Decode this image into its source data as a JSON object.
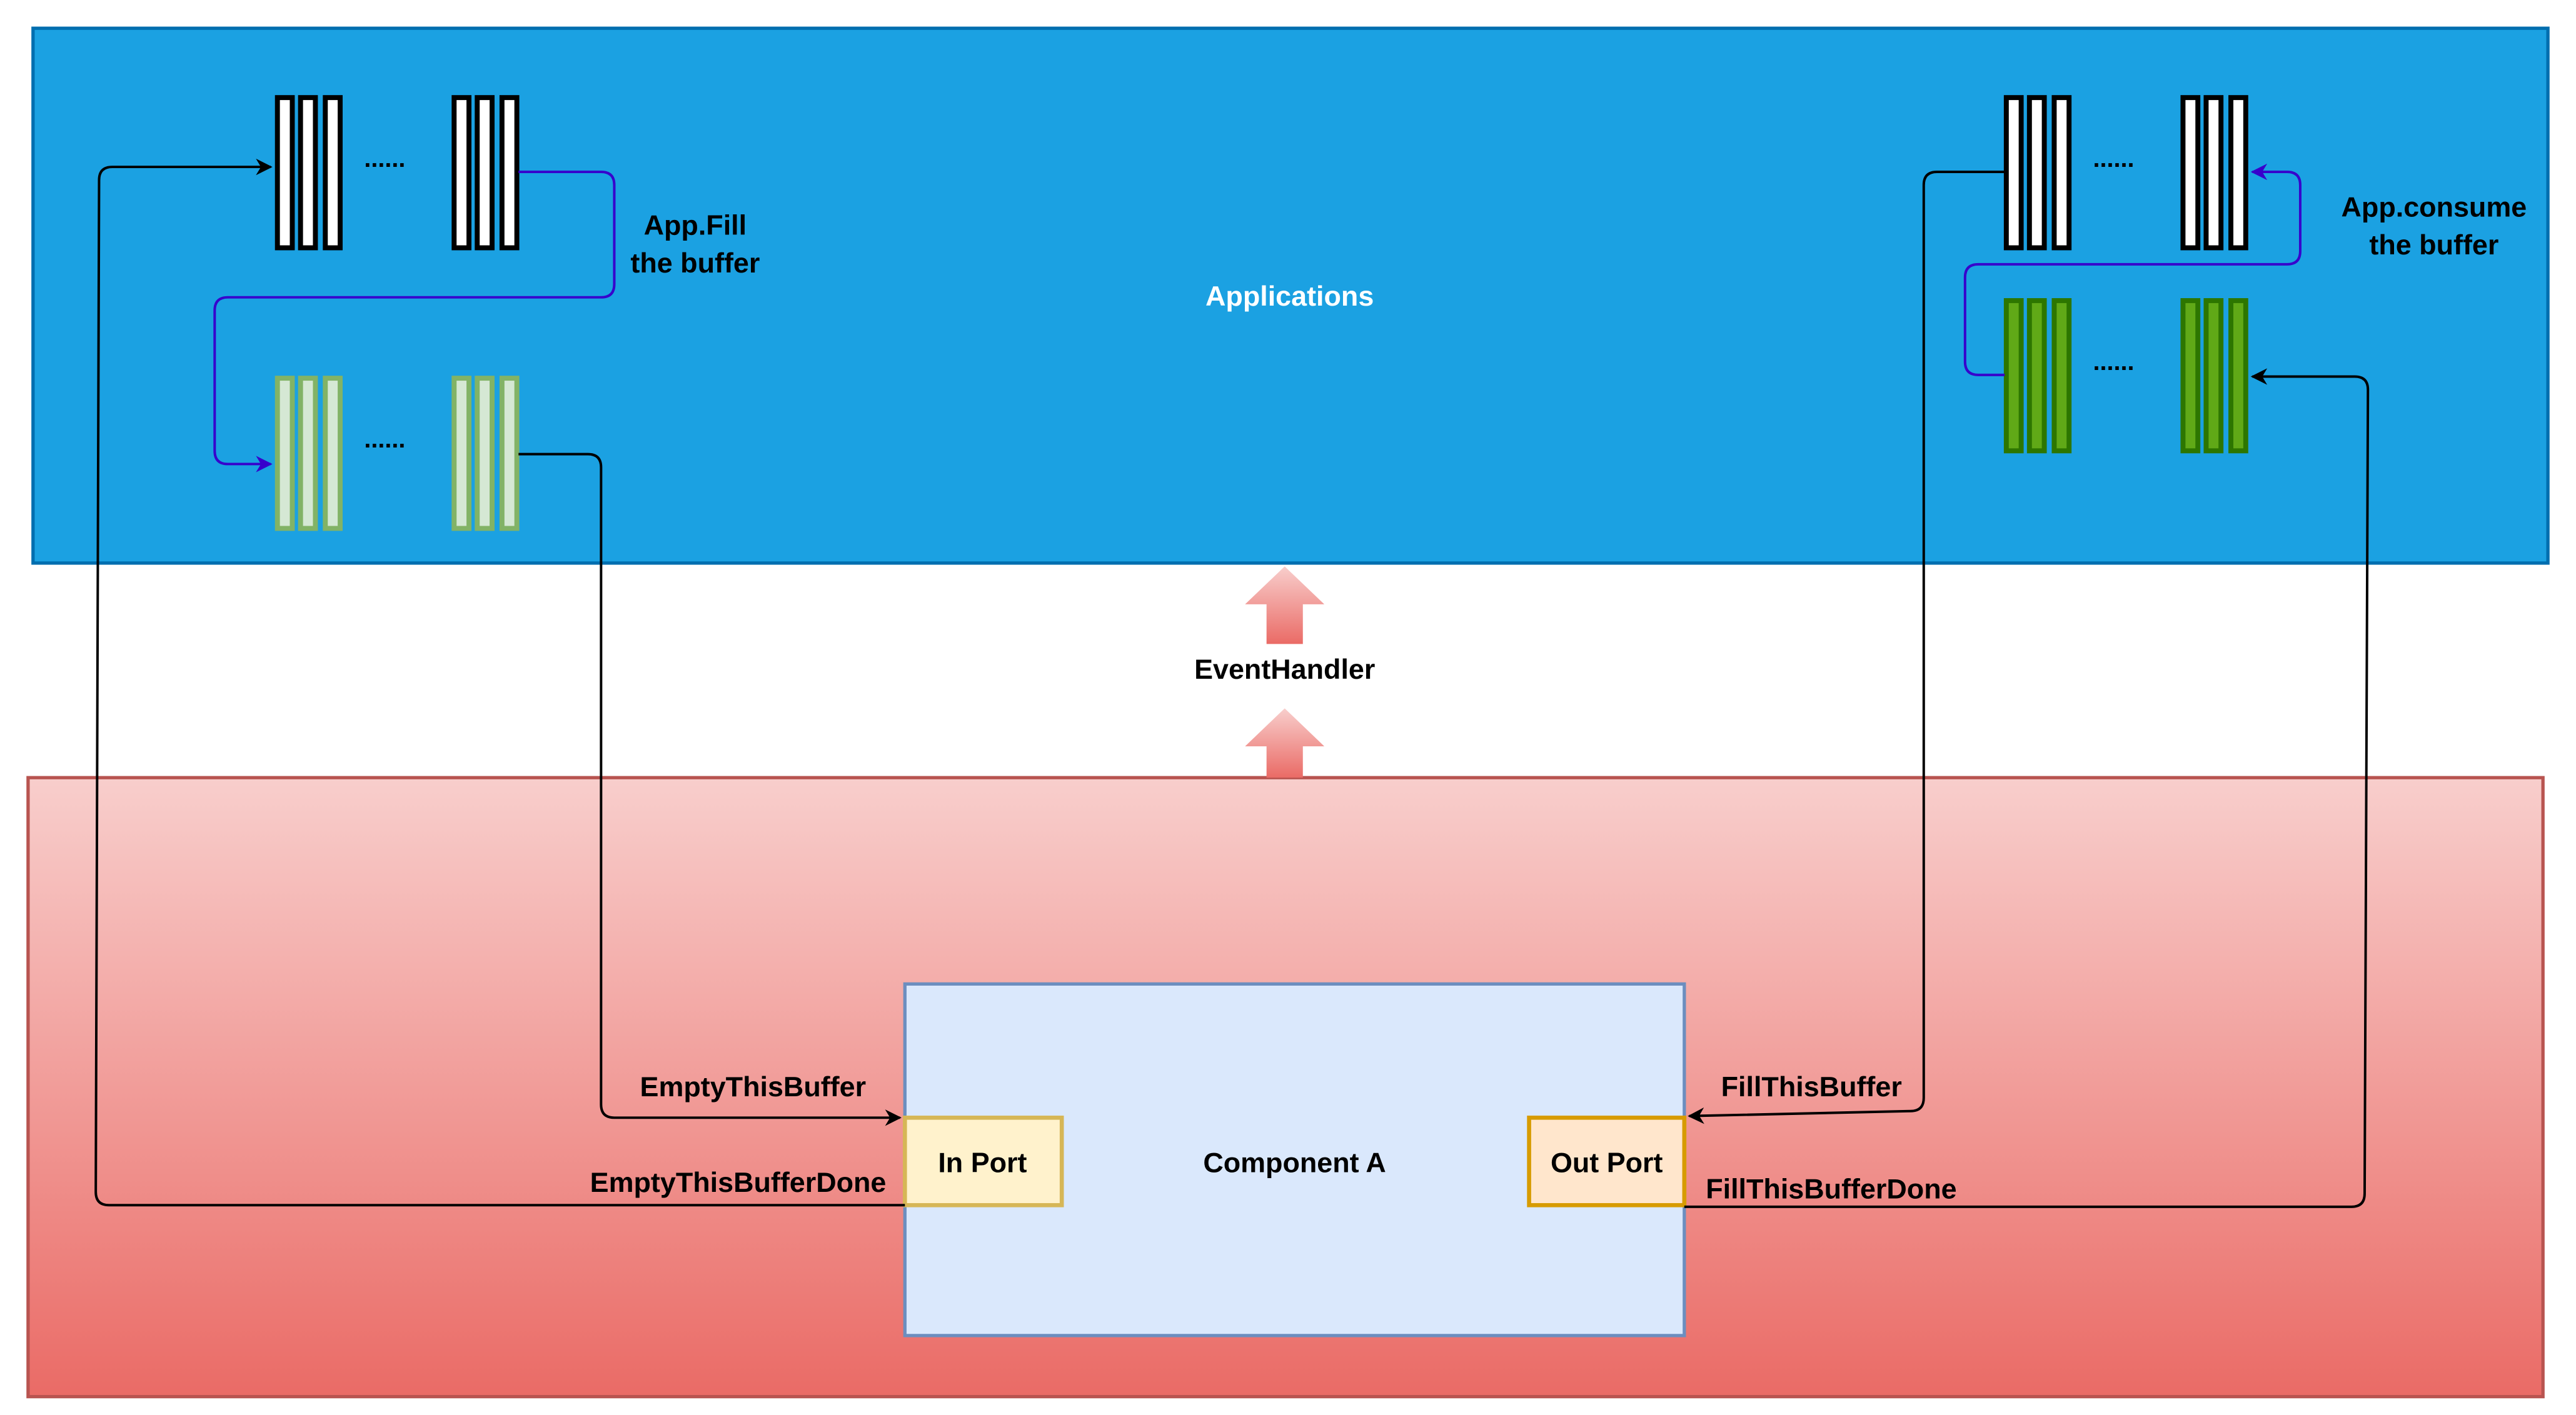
{
  "applications": {
    "label": "Applications",
    "color": "#1ba1e2"
  },
  "event_handler": {
    "label": "EventHandler",
    "arrow_color": "#ea6b66"
  },
  "component": {
    "label": "Component A",
    "fill": "#dae8fc",
    "stroke": "#6c8ebf"
  },
  "in_port": {
    "label": "In Port",
    "fill": "#fff2cc",
    "stroke": "#d6b656"
  },
  "out_port": {
    "label": "Out Port",
    "fill": "#ffe6cc",
    "stroke": "#d79b00"
  },
  "labels": {
    "app_fill_line1": "App.Fill",
    "app_fill_line2": "the buffer",
    "app_consume_line1": "App.consume",
    "app_consume_line2": "the buffer",
    "empty_this_buffer": "EmptyThisBuffer",
    "empty_this_buffer_done": "EmptyThisBufferDone",
    "fill_this_buffer": "FillThisBuffer",
    "fill_this_buffer_done": "FillThisBufferDone",
    "ellipsis": "......"
  },
  "colors": {
    "empty_buffer_fill": "#ffffff",
    "filled_buffer_fill": "#d5e8d4",
    "filled_buffer_stroke": "#82b366",
    "output_buffer_fill": "#60a917",
    "output_buffer_stroke": "#2d7600",
    "app_flow_arrow": "#3700cc",
    "call_arrow": "#000000"
  }
}
